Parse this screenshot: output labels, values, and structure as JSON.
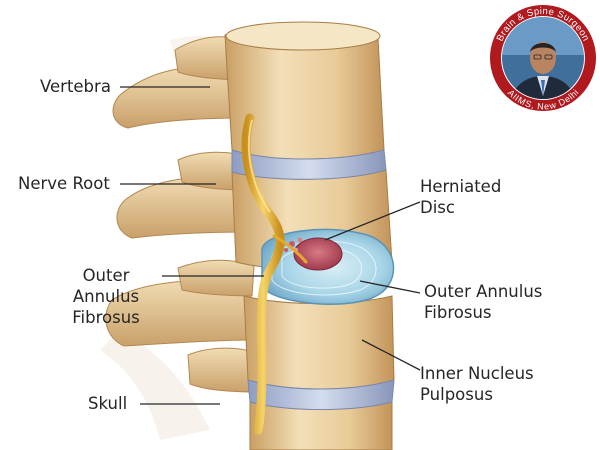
{
  "badge": {
    "top_text": "Brain & Spine Surgeon",
    "bottom_text": "AIIMS, New Delhi",
    "ring_color": "#b0191e"
  },
  "labels": {
    "vertebra": "Vertebra",
    "nerve_root": "Nerve Root",
    "outer_annulus_left": [
      "Outer",
      "Annulus",
      "Fibrosus"
    ],
    "skull": "Skull",
    "herniated_disc": [
      "Herniated",
      "Disc"
    ],
    "outer_annulus_right": [
      "Outer Annulus",
      "Fibrosus"
    ],
    "inner_nucleus": [
      "Inner Nucleus",
      "Pulposus"
    ]
  },
  "colors": {
    "bone": "#e9cfa1",
    "bone_shadow": "#c79e63",
    "disc": "#b9c6dd",
    "nerve": "#e6b53c",
    "nucleus": "#b0475a"
  }
}
